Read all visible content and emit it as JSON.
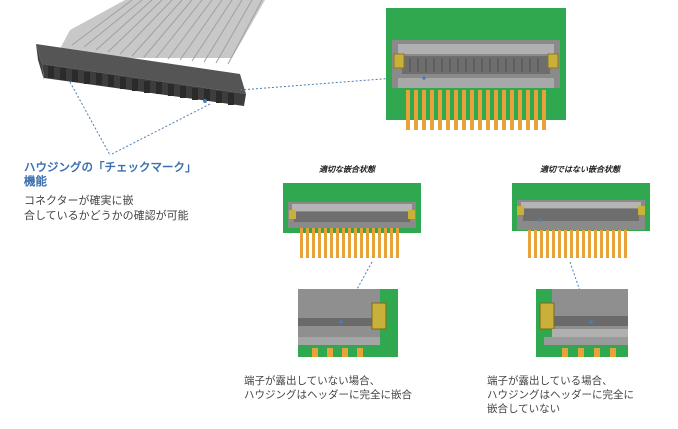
{
  "feature": {
    "title_line1": "ハウジングの「チェックマーク」",
    "title_line2": "機能",
    "desc_line1": "コネクターが確実に嵌",
    "desc_line2": "合しているかどうかの確認が可能"
  },
  "states": {
    "ok_label": "適切な嵌合状態",
    "ng_label": "適切ではない嵌合状態"
  },
  "captions": {
    "ok_line1": "端子が露出していない場合、",
    "ok_line2": "ハウジングはヘッダーに完全に嵌合",
    "ng_line1": "端子が露出している場合、",
    "ng_line2": "ハウジングはヘッダーに完全に",
    "ng_line3": "嵌合していない"
  },
  "colors": {
    "pcb_green": "#2fa84f",
    "housing_gray": "#9a9a9a",
    "pin_gold": "#e8a23a",
    "title_blue": "#3a6fb0",
    "dotted_line": "#4a7fb5"
  }
}
